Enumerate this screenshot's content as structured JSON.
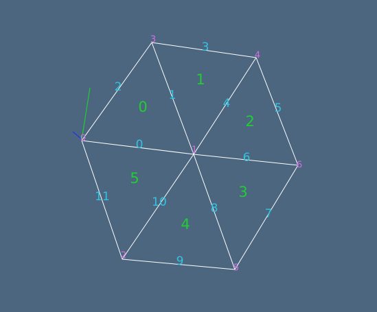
{
  "colors": {
    "background": "#4c6680",
    "edge": "#ffffff",
    "vertex_label": "#d070e0",
    "edge_label": "#33c3e0",
    "face_label": "#22cc33",
    "axis_y": "#22cc33",
    "axis_x": "#2233ee"
  },
  "vertices": [
    {
      "id": "0",
      "label": "0"
    },
    {
      "id": "1",
      "label": "1"
    },
    {
      "id": "2",
      "label": "2"
    },
    {
      "id": "3",
      "label": "3"
    },
    {
      "id": "4",
      "label": "4"
    },
    {
      "id": "5",
      "label": "5"
    },
    {
      "id": "6",
      "label": "6"
    }
  ],
  "edges": [
    {
      "label": "0",
      "from": "0",
      "to": "1"
    },
    {
      "label": "1",
      "from": "1",
      "to": "3"
    },
    {
      "label": "2",
      "from": "0",
      "to": "3"
    },
    {
      "label": "3",
      "from": "3",
      "to": "4"
    },
    {
      "label": "4",
      "from": "1",
      "to": "4"
    },
    {
      "label": "5",
      "from": "4",
      "to": "6"
    },
    {
      "label": "6",
      "from": "1",
      "to": "6"
    },
    {
      "label": "7",
      "from": "6",
      "to": "5"
    },
    {
      "label": "8",
      "from": "1",
      "to": "5"
    },
    {
      "label": "9",
      "from": "5",
      "to": "2"
    },
    {
      "label": "10",
      "from": "1",
      "to": "2"
    },
    {
      "label": "11",
      "from": "2",
      "to": "0"
    }
  ],
  "faces": [
    {
      "label": "0",
      "vertices": [
        "0",
        "3",
        "1"
      ]
    },
    {
      "label": "1",
      "vertices": [
        "3",
        "4",
        "1"
      ]
    },
    {
      "label": "2",
      "vertices": [
        "4",
        "6",
        "1"
      ]
    },
    {
      "label": "3",
      "vertices": [
        "6",
        "5",
        "1"
      ]
    },
    {
      "label": "4",
      "vertices": [
        "5",
        "2",
        "1"
      ]
    },
    {
      "label": "5",
      "vertices": [
        "2",
        "0",
        "1"
      ]
    }
  ]
}
